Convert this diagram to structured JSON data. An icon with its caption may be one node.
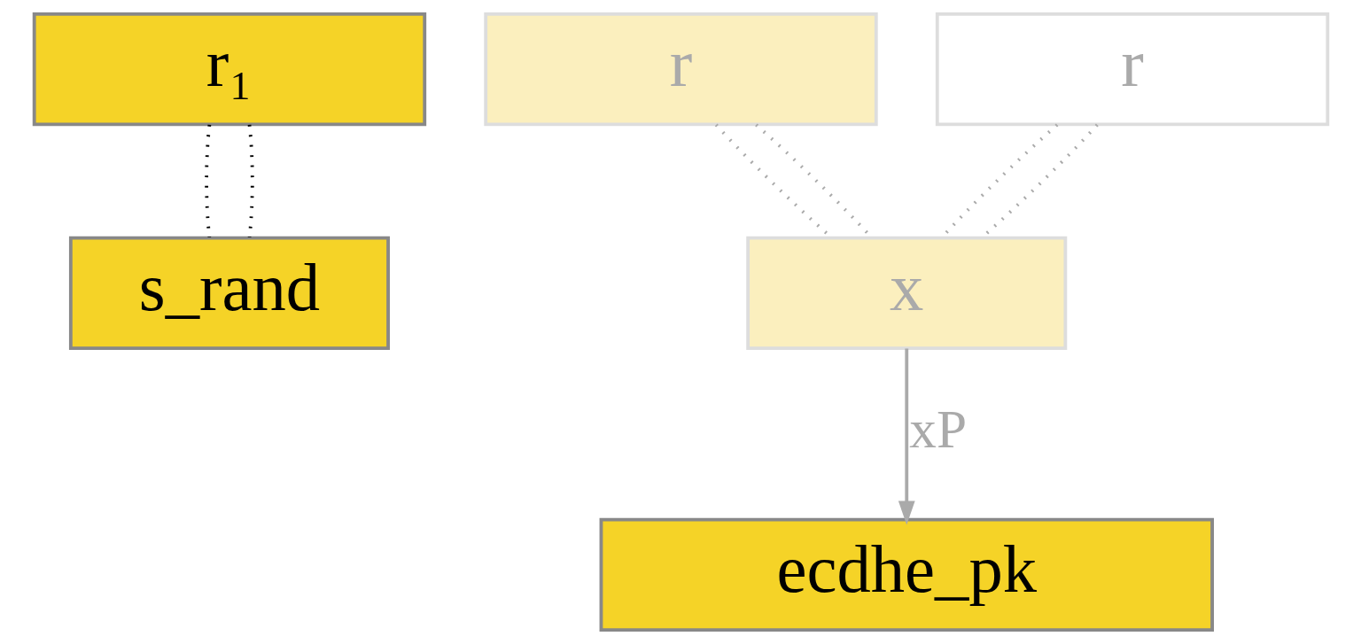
{
  "diagram": {
    "nodes": [
      {
        "text": [
          "r₁"
        ]
      },
      {
        "text": [
          "s_rand"
        ]
      },
      {
        "text": [
          "r"
        ]
      },
      {
        "text": [
          "r"
        ]
      },
      {
        "text": [
          "x"
        ]
      },
      {
        "text": [
          "ecdhe_pk"
        ]
      }
    ],
    "edges": [
      {
        "from": 0,
        "to": 1,
        "arrow": "none",
        "style": "dashed",
        "color": "#000000"
      },
      {
        "from": 0,
        "to": 1,
        "arrow": "none",
        "style": "dashed",
        "color": "#000000"
      },
      {
        "from": 2,
        "to": 4,
        "arrow": "none",
        "style": "dashed"
      },
      {
        "from": 2,
        "to": 4,
        "arrow": "none",
        "style": "dashed"
      },
      {
        "from": 3,
        "to": 4,
        "arrow": "none",
        "style": "dashed"
      },
      {
        "from": 3,
        "to": 4,
        "arrow": "none",
        "style": "dashed"
      },
      {
        "from": 4,
        "to": 5,
        "arrow": "to",
        "label": "xP"
      }
    ]
  }
}
